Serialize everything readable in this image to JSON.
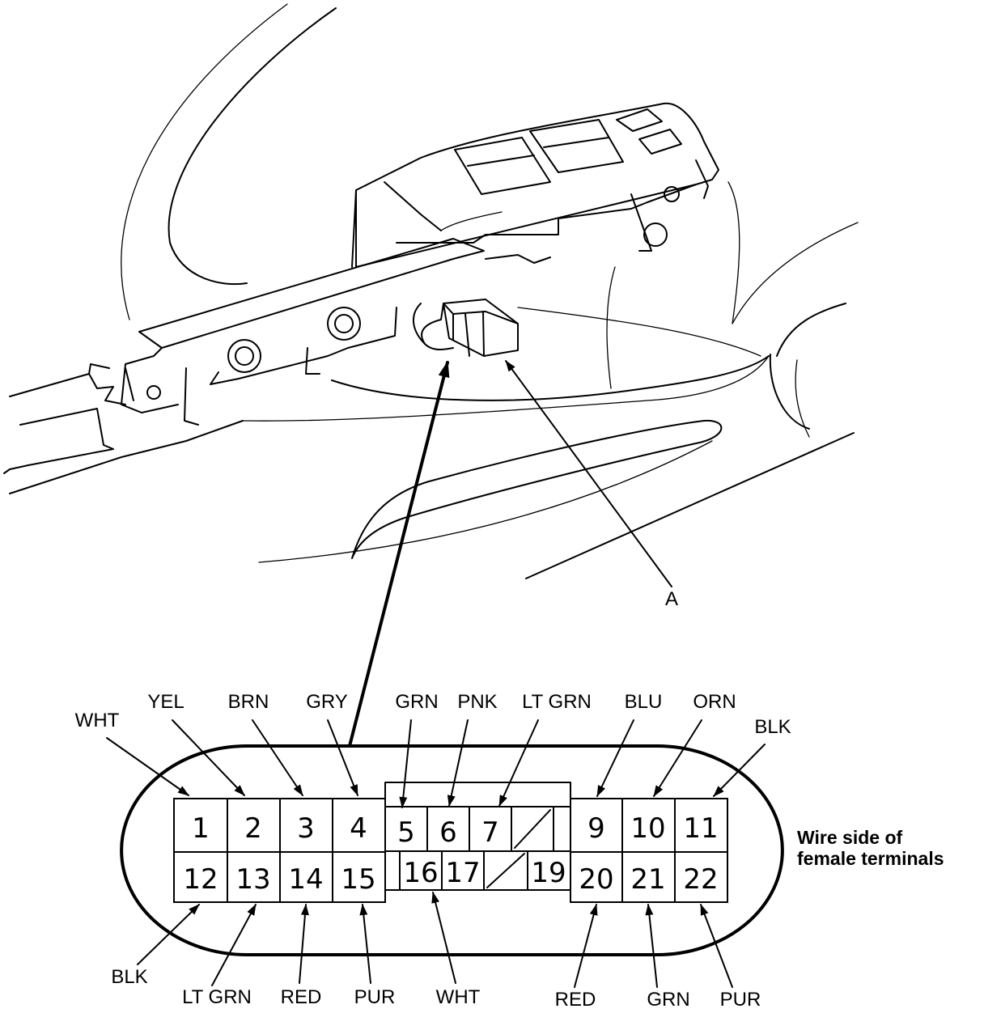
{
  "callout": {
    "part_letter": "A"
  },
  "connector": {
    "side_label_line1": "Wire side of",
    "side_label_line2": "female terminals",
    "top_row": [
      {
        "pin": "1",
        "wire": "WHT"
      },
      {
        "pin": "2",
        "wire": "YEL"
      },
      {
        "pin": "3",
        "wire": "BRN"
      },
      {
        "pin": "4",
        "wire": "GRY"
      },
      {
        "pin": "5",
        "wire": "GRN"
      },
      {
        "pin": "6",
        "wire": "PNK"
      },
      {
        "pin": "7",
        "wire": "LT GRN"
      },
      {
        "pin": "9",
        "wire": "BLU"
      },
      {
        "pin": "10",
        "wire": "ORN"
      },
      {
        "pin": "11",
        "wire": "BLK"
      }
    ],
    "bottom_row": [
      {
        "pin": "12",
        "wire": "BLK"
      },
      {
        "pin": "13",
        "wire": "LT GRN"
      },
      {
        "pin": "14",
        "wire": "RED"
      },
      {
        "pin": "15",
        "wire": "PUR"
      },
      {
        "pin": "16",
        "wire": "WHT"
      },
      {
        "pin": "17",
        "wire": ""
      },
      {
        "pin": "19",
        "wire": ""
      },
      {
        "pin": "20",
        "wire": "RED"
      },
      {
        "pin": "21",
        "wire": "GRN"
      },
      {
        "pin": "22",
        "wire": "PUR"
      }
    ]
  }
}
